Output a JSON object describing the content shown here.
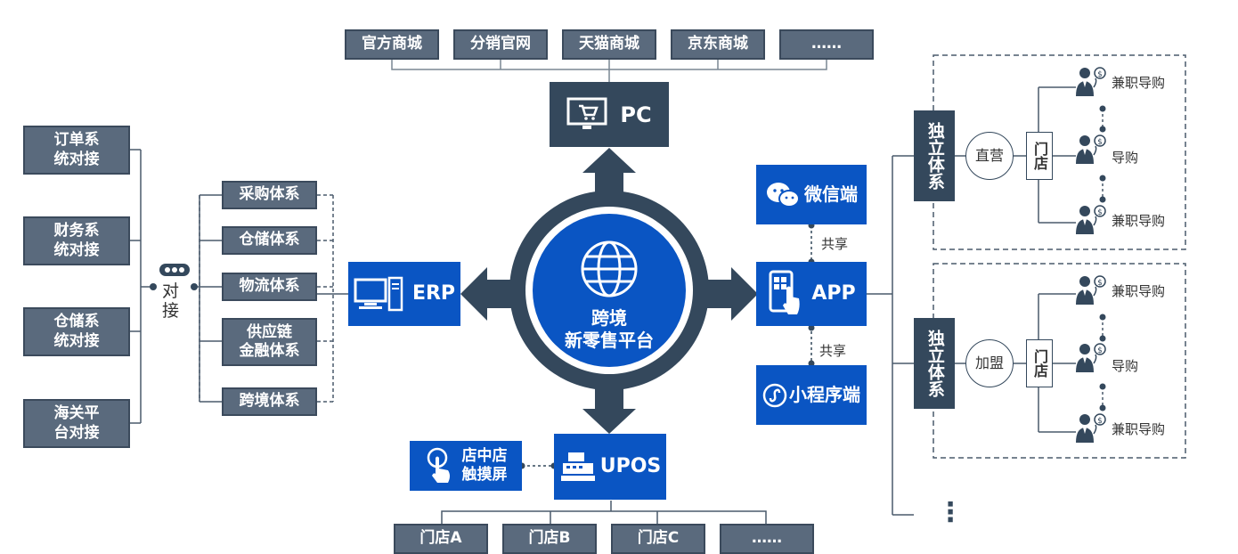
{
  "top_channels": [
    "官方商城",
    "分销官网",
    "天猫商城",
    "京东商城",
    "……"
  ],
  "pc_label": "PC",
  "left_systems": [
    "订单系\n统对接",
    "财务系\n统对接",
    "仓储系\n统对接",
    "海关平\n台对接"
  ],
  "connect_label": "对\n接",
  "mid_systems": [
    "采购体系",
    "仓储体系",
    "物流体系",
    "供应链\n金融体系",
    "跨境体系"
  ],
  "erp_label": "ERP",
  "center_label": "跨境\n新零售平台",
  "wechat_label": "微信端",
  "app_label": "APP",
  "miniprogram_label": "小程序端",
  "share_label": "共享",
  "upos_label": "UPOS",
  "touch_label": "店中店\n触摸屏",
  "stores": [
    "门店A",
    "门店B",
    "门店C",
    "……"
  ],
  "independent_label": "独立体系",
  "direct_label": "直营",
  "franchise_label": "加盟",
  "store_label": "门店",
  "part_time_guide": "兼职导购",
  "guide": "导购",
  "more_dots": "⋮",
  "colors": {
    "slate": "#5a6a7d",
    "dark": "#34485c",
    "blue": "#0a55c3",
    "line": "#4a5a6c"
  }
}
